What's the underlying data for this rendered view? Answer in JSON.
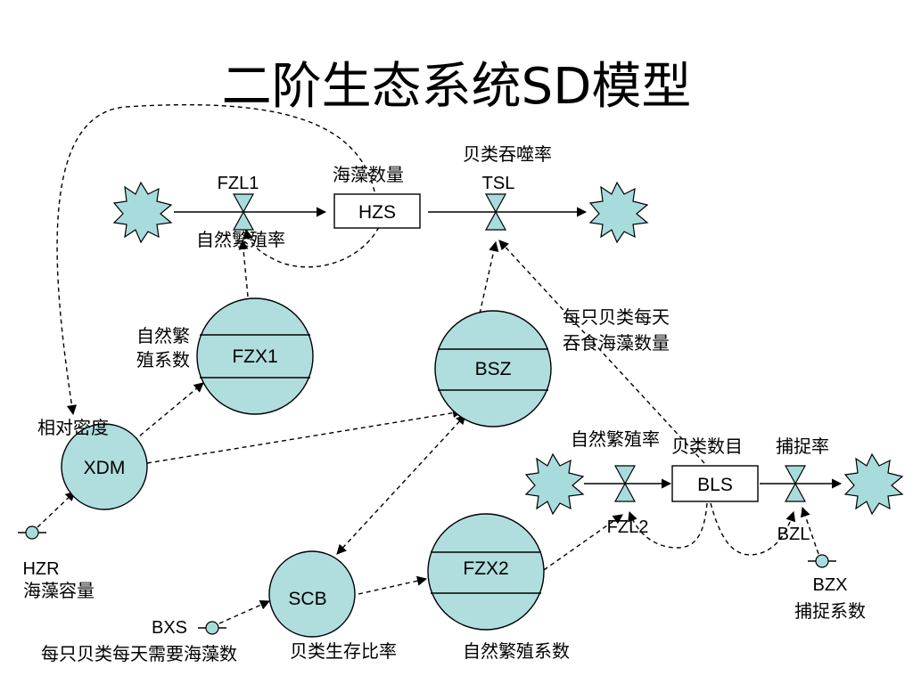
{
  "title": "二阶生态系统SD模型",
  "stocks": {
    "hzs": {
      "code": "HZS",
      "label": "海藻数量"
    },
    "bls": {
      "code": "BLS",
      "label": "贝类数目"
    }
  },
  "flows": {
    "fzl1": {
      "code": "FZL1",
      "label": "自然繁殖率"
    },
    "tsl": {
      "code": "TSL",
      "label": "贝类吞噬率"
    },
    "fzl2": {
      "code": "FZL2",
      "label": "自然繁殖率"
    },
    "bzl": {
      "code": "BZL",
      "label": "捕捉率"
    }
  },
  "auxiliaries": {
    "fzx1": {
      "code": "FZX1",
      "label_line1": "自然繁",
      "label_line2": "殖系数"
    },
    "bsz": {
      "code": "BSZ",
      "label_line1": "每只贝类每天",
      "label_line2": "吞食海藻数量"
    },
    "xdm": {
      "code": "XDM",
      "label": "相对密度"
    },
    "scb": {
      "code": "SCB",
      "label": "贝类生存比率"
    },
    "fzx2": {
      "code": "FZX2",
      "label": "自然繁殖系数"
    }
  },
  "constants": {
    "hzr": {
      "code": "HZR",
      "label": "海藻容量"
    },
    "bxs": {
      "code": "BXS",
      "label": "每只贝类每天需要海藻数"
    },
    "bzx": {
      "code": "BZX",
      "label": "捕捉系数"
    }
  },
  "colors": {
    "fill": "#b0dede",
    "stroke": "#000000",
    "background": "#ffffff"
  }
}
